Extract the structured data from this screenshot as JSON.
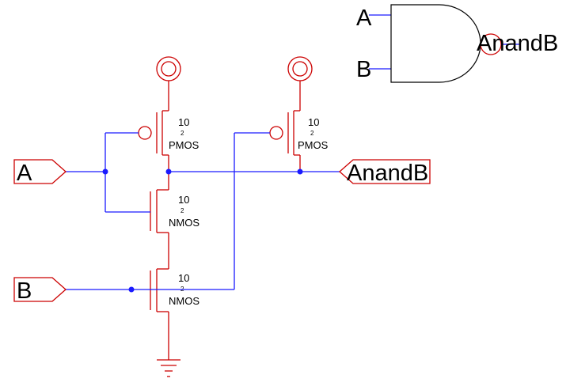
{
  "colors": {
    "wire": "#1a1aff",
    "device": "#cc0000",
    "text": "#000000",
    "background": "#ffffff"
  },
  "schematic": {
    "input_a": {
      "label": "A"
    },
    "input_b": {
      "label": "B"
    },
    "output": {
      "label": "AnandB"
    },
    "transistors": {
      "pmos_a": {
        "width": "10",
        "length": "2",
        "type": "PMOS"
      },
      "pmos_b": {
        "width": "10",
        "length": "2",
        "type": "PMOS"
      },
      "nmos_a": {
        "width": "10",
        "length": "2",
        "type": "NMOS"
      },
      "nmos_b": {
        "width": "10",
        "length": "2",
        "type": "NMOS"
      }
    }
  },
  "gate_symbol": {
    "input_a": "A",
    "input_b": "B",
    "output": "AnandB"
  }
}
